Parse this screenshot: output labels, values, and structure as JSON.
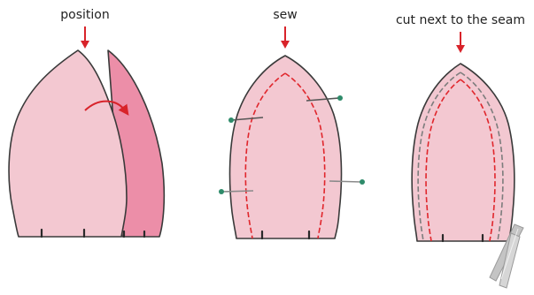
{
  "steps": [
    {
      "label": "position"
    },
    {
      "label": "sew"
    },
    {
      "label": "cut next to the seam"
    }
  ],
  "colors": {
    "fabric_light": "#f3c8d1",
    "fabric_dark": "#ec8ea8",
    "outline": "#3a3a3a",
    "arrow": "#d8232a",
    "seam_red": "#e0262c",
    "seam_gray": "#7d7d7d",
    "pin_head": "#2e8b6a",
    "pin_shaft": "#555555",
    "scissors": "#bdbdbd"
  }
}
